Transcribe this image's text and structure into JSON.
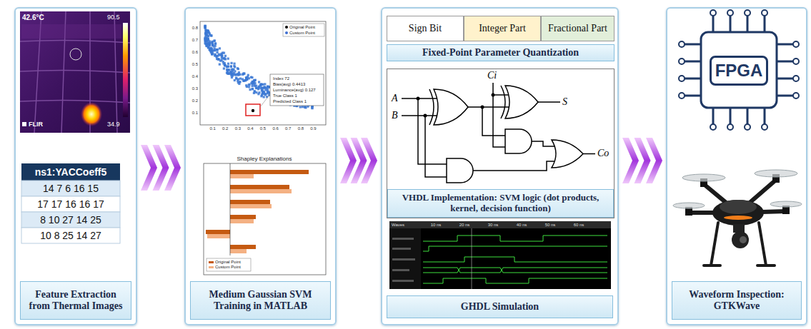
{
  "diagram": {
    "nodes": [
      {
        "text": [
          "Feature Extraction from Thermal Images"
        ]
      },
      {
        "text": [
          "Medium Gaussian SVM Training in MATLAB"
        ]
      },
      {
        "text": [
          "GHDL Simulation"
        ]
      },
      {
        "text": [
          "Sign Bit"
        ],
        "in": 2
      },
      {
        "text": [
          "Integer Part"
        ],
        "in": 2
      },
      {
        "text": [
          "Fractional Part"
        ],
        "in": 2
      },
      {
        "text": [
          "Fixed-Point Parameter Quantization"
        ],
        "in": 2
      },
      {
        "text": [
          "VHDL Implementation: SVM logic (dot products, kernel, decision function)"
        ],
        "in": 2
      },
      {
        "text": [
          "Waveform Inspection: GTKWave"
        ]
      },
      {
        "text": [
          "FPGA"
        ],
        "in": 8
      }
    ],
    "edges": [
      {
        "from": 0,
        "to": 1,
        "arrow": "to"
      },
      {
        "from": 1,
        "to": 2,
        "arrow": "to"
      },
      {
        "from": 2,
        "to": 8,
        "arrow": "to"
      }
    ],
    "labels": [
      "42.6°C",
      "90.5",
      "34.9",
      "FLIR",
      "ns1:YACCoeff5",
      "14 7 6 16 15",
      "17 17 16 16 17",
      "8 10 27 14 25",
      "10 8 25 14 27",
      "0.8",
      "0.7",
      "0.6",
      "0.5",
      "0.4",
      "0.3",
      "0.2",
      "0.1",
      "0.1",
      "0.2",
      "0.3",
      "0.4",
      "0.5",
      "0.6",
      "0.7",
      "0.8",
      "0.9",
      "Index 72",
      "Bias(avg) 0.4413",
      "Luminance(avg) 0.127",
      "True Class 1",
      "Predicted Class 1",
      "Shapley Explanations",
      "Waves",
      "10 ns",
      "20 ns",
      "30 ns",
      "40 ns",
      "50 ns",
      "60 ns",
      "A",
      "B",
      "Ci",
      "S",
      "Co"
    ],
    "legend": [
      {
        "text": "Original Point",
        "color": "#000000"
      },
      {
        "text": "Custom Point",
        "color": "#3f6fd1"
      },
      {
        "text": "Original Point",
        "color": "#c55a11"
      },
      {
        "text": "Custom Point",
        "color": "#f4b183"
      }
    ]
  }
}
